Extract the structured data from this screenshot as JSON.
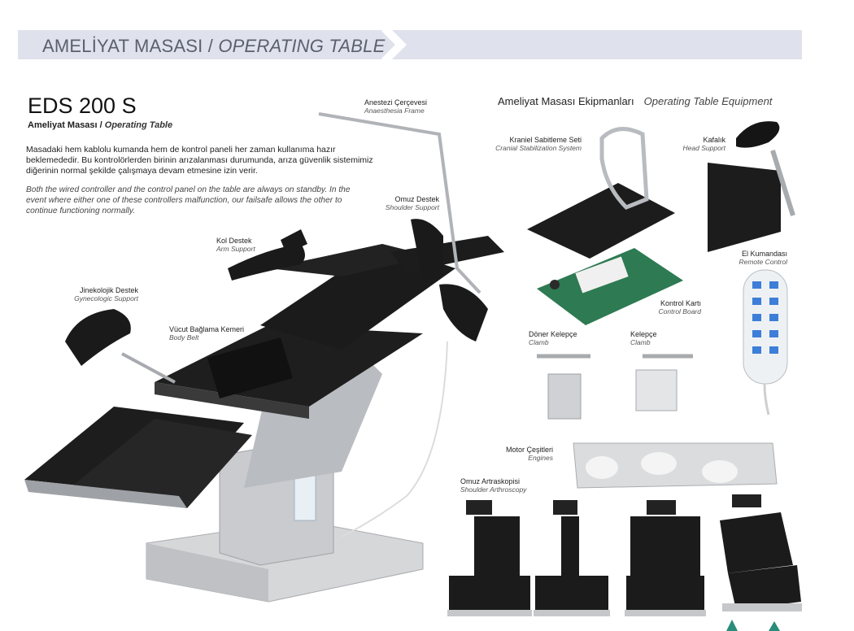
{
  "banner": {
    "title_tr": "AMELİYAT MASASI /",
    "title_en": "OPERATING TABLE"
  },
  "product": {
    "model": "EDS 200 S",
    "subtitle_tr": "Ameliyat Masası /",
    "subtitle_en": "Operating Table",
    "description_tr": "Masadaki hem kablolu kumanda hem de kontrol paneli her zaman kullanıma hazır beklemededir. Bu kontrolörlerden birinin arızalanması durumunda, arıza güvenlik sistemimiz diğerinin normal şekilde çalışmaya devam etmesine izin verir.",
    "description_en": "Both the wired controller and the control panel on the table are always on standby. In the event where either one of these controllers malfunction, our failsafe allows the other to continue functioning normally."
  },
  "equipment": {
    "title_tr": "Ameliyat Masası Ekipmanları",
    "title_en": "Operating Table Equipment"
  },
  "labels": {
    "anesthesia": {
      "tr": "Anestezi Çerçevesi",
      "en": "Anaesthesia Frame"
    },
    "shoulder_support": {
      "tr": "Omuz Destek",
      "en": "Shoulder Support"
    },
    "arm_support": {
      "tr": "Kol Destek",
      "en": "Arm Support"
    },
    "gynecologic": {
      "tr": "Jinekolojik Destek",
      "en": "Gynecologic Support"
    },
    "body_belt": {
      "tr": "Vücut Bağlama Kemeri",
      "en": "Body Belt"
    },
    "cranial": {
      "tr": "Kraniel Sabitleme Seti",
      "en": "Cranial Stabilization System"
    },
    "head_support": {
      "tr": "Kafalık",
      "en": "Head Support"
    },
    "remote": {
      "tr": "El Kumandası",
      "en": "Remote Control"
    },
    "control_board": {
      "tr": "Kontrol Kartı",
      "en": "Control Board"
    },
    "swivel_clamb": {
      "tr": "Döner Kelepçe",
      "en": "Clamb"
    },
    "clamb": {
      "tr": "Kelepçe",
      "en": "Clamb"
    },
    "engines": {
      "tr": "Motor Çeşitleri",
      "en": "Engines"
    },
    "shoulder_arthroscopy": {
      "tr": "Omuz Artraskopisi",
      "en": "Shoulder Arthroscopy"
    }
  },
  "colors": {
    "banner_bg": "#dfe2ec",
    "cushion": "#1b1b1b",
    "steel": "#c8cacd",
    "accent": "#2a8c7a"
  }
}
